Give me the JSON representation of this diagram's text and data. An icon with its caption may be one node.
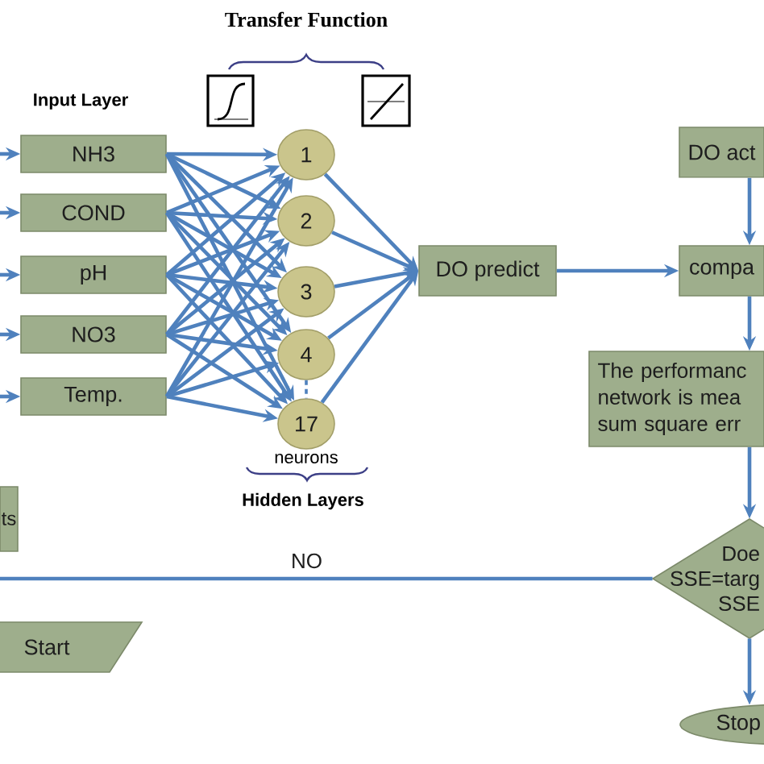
{
  "diagram": {
    "nodes": [
      {
        "text": [
          "NH3"
        ]
      },
      {
        "text": [
          "COND"
        ]
      },
      {
        "text": [
          "pH"
        ]
      },
      {
        "text": [
          "NO3"
        ]
      },
      {
        "text": [
          "Temp."
        ]
      },
      {
        "text": [
          "1"
        ]
      },
      {
        "text": [
          "2"
        ]
      },
      {
        "text": [
          "3"
        ]
      },
      {
        "text": [
          "4"
        ]
      },
      {
        "text": [
          "17"
        ]
      },
      {
        "text": [
          "DO predict"
        ]
      },
      {
        "text": [
          "DO act"
        ]
      },
      {
        "text": [
          "compa"
        ]
      },
      {
        "text": [
          "The performanc network is mea sum square err"
        ]
      },
      {
        "text": [
          "Doe SSE=targ SSE"
        ]
      },
      {
        "text": [
          "ts"
        ]
      },
      {
        "text": [
          "Start"
        ]
      },
      {
        "text": [
          "Stop"
        ]
      }
    ],
    "edges": [
      {
        "from": null,
        "to": 0,
        "arrow": "to"
      },
      {
        "from": null,
        "to": 1,
        "arrow": "to"
      },
      {
        "from": null,
        "to": 2,
        "arrow": "to"
      },
      {
        "from": null,
        "to": 3,
        "arrow": "to"
      },
      {
        "from": null,
        "to": 4,
        "arrow": "to"
      },
      {
        "from": 0,
        "to": 5,
        "arrow": "to"
      },
      {
        "from": 0,
        "to": 6,
        "arrow": "to"
      },
      {
        "from": 0,
        "to": 7,
        "arrow": "to"
      },
      {
        "from": 0,
        "to": 8,
        "arrow": "to"
      },
      {
        "from": 0,
        "to": 9,
        "arrow": "to"
      },
      {
        "from": 1,
        "to": 5,
        "arrow": "to"
      },
      {
        "from": 1,
        "to": 6,
        "arrow": "to"
      },
      {
        "from": 1,
        "to": 7,
        "arrow": "to"
      },
      {
        "from": 1,
        "to": 8,
        "arrow": "to"
      },
      {
        "from": 1,
        "to": 9,
        "arrow": "to"
      },
      {
        "from": 2,
        "to": 5,
        "arrow": "to"
      },
      {
        "from": 2,
        "to": 6,
        "arrow": "to"
      },
      {
        "from": 2,
        "to": 7,
        "arrow": "to"
      },
      {
        "from": 2,
        "to": 8,
        "arrow": "to"
      },
      {
        "from": 2,
        "to": 9,
        "arrow": "to"
      },
      {
        "from": 3,
        "to": 5,
        "arrow": "to"
      },
      {
        "from": 3,
        "to": 6,
        "arrow": "to"
      },
      {
        "from": 3,
        "to": 7,
        "arrow": "to"
      },
      {
        "from": 3,
        "to": 8,
        "arrow": "to"
      },
      {
        "from": 3,
        "to": 9,
        "arrow": "to"
      },
      {
        "from": 4,
        "to": 5,
        "arrow": "to"
      },
      {
        "from": 4,
        "to": 6,
        "arrow": "to"
      },
      {
        "from": 4,
        "to": 7,
        "arrow": "to"
      },
      {
        "from": 4,
        "to": 8,
        "arrow": "to"
      },
      {
        "from": 4,
        "to": 9,
        "arrow": "to"
      },
      {
        "from": 5,
        "to": 10,
        "arrow": "to"
      },
      {
        "from": 6,
        "to": 10,
        "arrow": "to"
      },
      {
        "from": 7,
        "to": 10,
        "arrow": "to"
      },
      {
        "from": 8,
        "to": 10,
        "arrow": "to"
      },
      {
        "from": 9,
        "to": 10,
        "arrow": "to"
      },
      {
        "from": 8,
        "to": 9,
        "arrow": "none",
        "style": "dashed"
      },
      {
        "from": 10,
        "to": 12,
        "arrow": "to"
      },
      {
        "from": 11,
        "to": 12,
        "arrow": "to"
      },
      {
        "from": 12,
        "to": 13,
        "arrow": "to"
      },
      {
        "from": 13,
        "to": 14,
        "arrow": "to"
      },
      {
        "from": 14,
        "to": 17,
        "arrow": "to"
      },
      {
        "from": 14,
        "to": null,
        "arrow": "none",
        "label": "NO"
      }
    ],
    "labels": [
      "Transfer Function",
      "Input Layer",
      "neurons",
      "Hidden Layers"
    ]
  }
}
